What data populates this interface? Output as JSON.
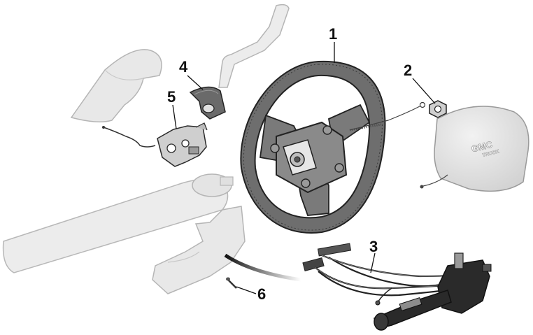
{
  "colors": {
    "ghost_fill": "#e8e8e8",
    "ghost_stroke": "#b5b5b5",
    "wheel_fill": "#6e6e6e",
    "wheel_stroke": "#222222",
    "part_dark": "#2a2a2a",
    "part_mid": "#8c8c8c",
    "airbag_fill": "#e2e2e2"
  },
  "callouts": [
    {
      "id": "1",
      "label": "1",
      "part": "steering-wheel"
    },
    {
      "id": "2",
      "label": "2",
      "part": "steering-wheel-nut"
    },
    {
      "id": "3",
      "label": "3",
      "part": "multifunction-switch"
    },
    {
      "id": "4",
      "label": "4",
      "part": "cruise-control-switch"
    },
    {
      "id": "5",
      "label": "5",
      "part": "inflatable-restraint-coil"
    },
    {
      "id": "6",
      "label": "6",
      "part": "switch-screw"
    }
  ],
  "airbag_logo": {
    "brand": "GMC",
    "sub": "TRUCK"
  }
}
